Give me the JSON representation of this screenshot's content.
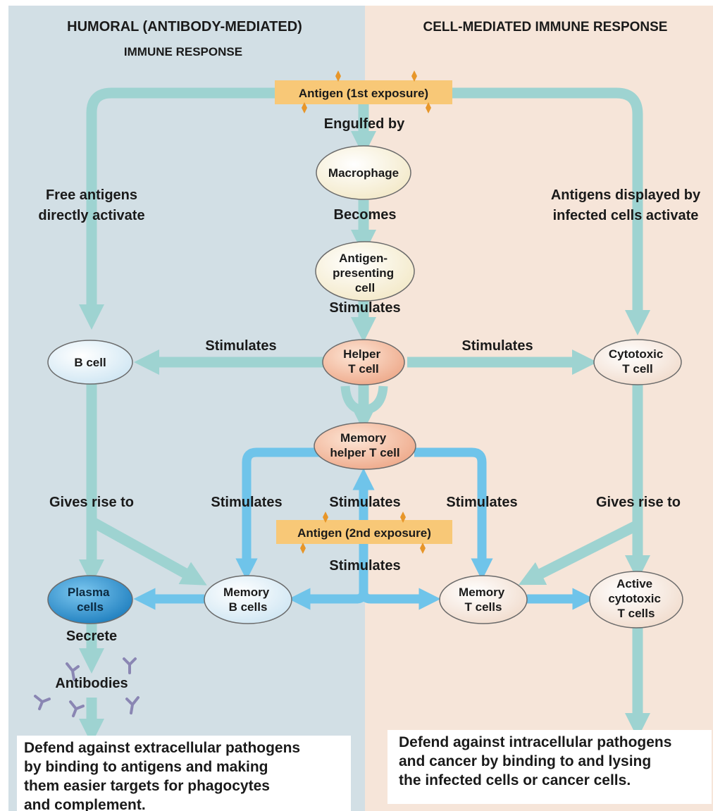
{
  "headers": {
    "left_line1": "HUMORAL (ANTIBODY-MEDIATED)",
    "left_line2": "IMMUNE RESPONSE",
    "right": "CELL-MEDIATED IMMUNE RESPONSE"
  },
  "antigen_first": "Antigen (1st exposure)",
  "antigen_second": "Antigen (2nd exposure)",
  "nodes": {
    "macrophage": [
      "Macrophage"
    ],
    "apc": [
      "Antigen-",
      "presenting",
      "cell"
    ],
    "b_cell": [
      "B cell"
    ],
    "helper_t": [
      "Helper",
      "T cell"
    ],
    "cytotoxic_t": [
      "Cytotoxic",
      "T cell"
    ],
    "memory_helper_t": [
      "Memory",
      "helper T cell"
    ],
    "plasma": [
      "Plasma",
      "cells"
    ],
    "memory_b": [
      "Memory",
      "B cells"
    ],
    "memory_t": [
      "Memory",
      "T cells"
    ],
    "active_cytotoxic": [
      "Active",
      "cytotoxic",
      "T cells"
    ]
  },
  "labels": {
    "engulfed_by": "Engulfed by",
    "becomes": "Becomes",
    "stimulates_apc": "Stimulates",
    "free_antigens_1": "Free antigens",
    "free_antigens_2": "directly activate",
    "displayed_1": "Antigens displayed by",
    "displayed_2": "infected cells activate",
    "stimulates_left": "Stimulates",
    "stimulates_right": "Stimulates",
    "gives_rise_left": "Gives rise to",
    "gives_rise_right": "Gives rise to",
    "stimulates_mem_1": "Stimulates",
    "stimulates_mem_2": "Stimulates",
    "stimulates_mem_3": "Stimulates",
    "stimulates_second": "Stimulates",
    "secrete": "Secrete",
    "antibodies": "Antibodies"
  },
  "outcomes": {
    "humoral": "Defend against extracellular pathogens\nby binding to antigens and making\nthem easier targets for phagocytes\nand complement.",
    "cell_mediated": "Defend against intracellular pathogens\nand cancer by binding to and lysing\nthe infected cells or cancer cells."
  },
  "colors": {
    "left_panel": "#d2dfe5",
    "right_panel": "#f6e5d9",
    "primary_arrow": "#9ed3d1",
    "memory_arrow": "#6fc4ea",
    "antigen_box": "#f8c877",
    "plasma_fill": "#2d8fc7"
  }
}
